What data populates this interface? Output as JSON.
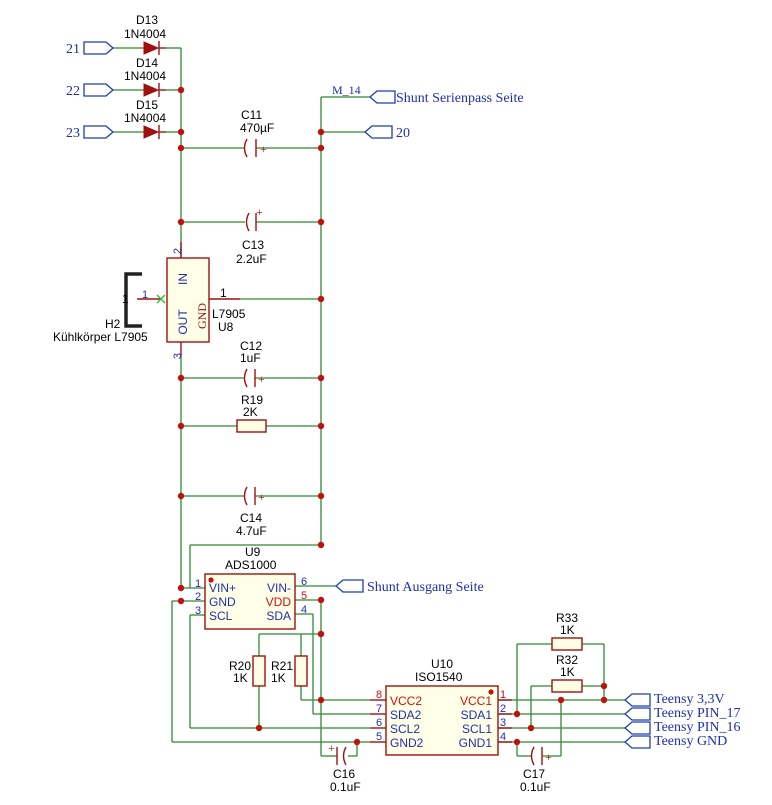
{
  "net_labels": {
    "n21": "21",
    "n22": "22",
    "n23": "23",
    "n20": "20",
    "m14": "M_14",
    "shunt_serienpass": "Shunt Serienpass Seite",
    "shunt_ausgang": "Shunt Ausgang Seite",
    "teensy_33v": "Teensy 3,3V",
    "teensy_pin17": "Teensy PIN_17",
    "teensy_pin16": "Teensy PIN_16",
    "teensy_gnd": "Teensy GND"
  },
  "components": {
    "d13": {
      "ref": "D13",
      "value": "1N4004"
    },
    "d14": {
      "ref": "D14",
      "value": "1N4004"
    },
    "d15": {
      "ref": "D15",
      "value": "1N4004"
    },
    "c11": {
      "ref": "C11",
      "value": "470µF"
    },
    "c13": {
      "ref": "C13",
      "value": "2.2uF"
    },
    "c12": {
      "ref": "C12",
      "value": "1uF"
    },
    "c14": {
      "ref": "C14",
      "value": "4.7uF"
    },
    "c16": {
      "ref": "C16",
      "value": "0.1uF"
    },
    "c17": {
      "ref": "C17",
      "value": "0.1uF"
    },
    "r19": {
      "ref": "R19",
      "value": "2K"
    },
    "r20": {
      "ref": "R20",
      "value": "1K"
    },
    "r21": {
      "ref": "R21",
      "value": "1K"
    },
    "r32": {
      "ref": "R32",
      "value": "1K"
    },
    "r33": {
      "ref": "R33",
      "value": "1K"
    },
    "h2": {
      "ref": "H2",
      "value": "Kühlkörper L7905",
      "pin": "1"
    },
    "u8": {
      "ref": "U8",
      "value": "L7905",
      "pins": {
        "in": "IN",
        "out": "OUT",
        "gnd": "GND",
        "n1": "1",
        "n2": "2",
        "n3": "3",
        "n1b": "1"
      }
    },
    "u9": {
      "ref": "U9",
      "value": "ADS1000",
      "pins": {
        "vinp": "VIN+",
        "gnd": "GND",
        "scl": "SCL",
        "vinm": "VIN-",
        "vdd": "VDD",
        "sda": "SDA",
        "n1": "1",
        "n2": "2",
        "n3": "3",
        "n4": "4",
        "n5": "5",
        "n6": "6"
      }
    },
    "u10": {
      "ref": "U10",
      "value": "ISO1540",
      "pins": {
        "vcc2": "VCC2",
        "sda2": "SDA2",
        "scl2": "SCL2",
        "gnd2": "GND2",
        "vcc1": "VCC1",
        "sda1": "SDA1",
        "scl1": "SCL1",
        "gnd1": "GND1",
        "n8": "8",
        "n7": "7",
        "n6": "6",
        "n5": "5",
        "n1": "1",
        "n2": "2",
        "n3": "3",
        "n4": "4"
      }
    }
  },
  "colors": {
    "wire": "#2e8b2e",
    "part": "#a01010",
    "junction": "#c01010",
    "label": "#1f3fb0"
  }
}
